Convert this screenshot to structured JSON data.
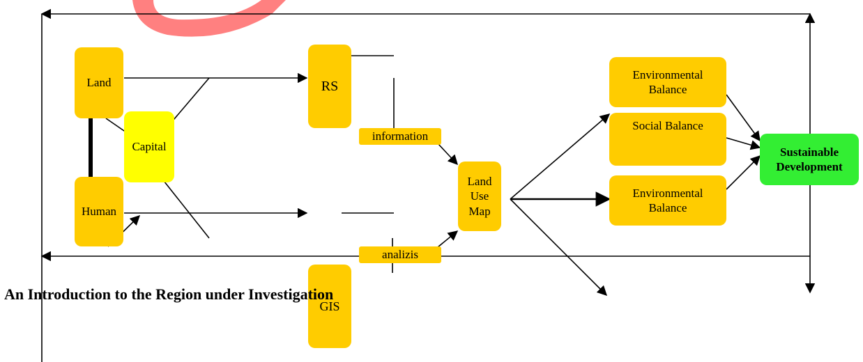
{
  "colors": {
    "box": "#ffcc00",
    "capital": "#ffff00",
    "goal": "#33ee33",
    "ribbon": "#ff8080"
  },
  "diagram": {
    "land": "Land",
    "human": "Human",
    "capital": "Capital",
    "rs": "RS",
    "gis": "GIS",
    "information": "information",
    "analizis": "analizis",
    "land_use_map": "Land\nUse\nMap",
    "env_balance_top": "Environmental\nBalance",
    "social_balance": "Social Balance",
    "env_balance_bottom": "Environmental\nBalance",
    "sustainable": "Sustainable\nDevelopment"
  },
  "heading": "An Introduction to the Region under Investigation"
}
